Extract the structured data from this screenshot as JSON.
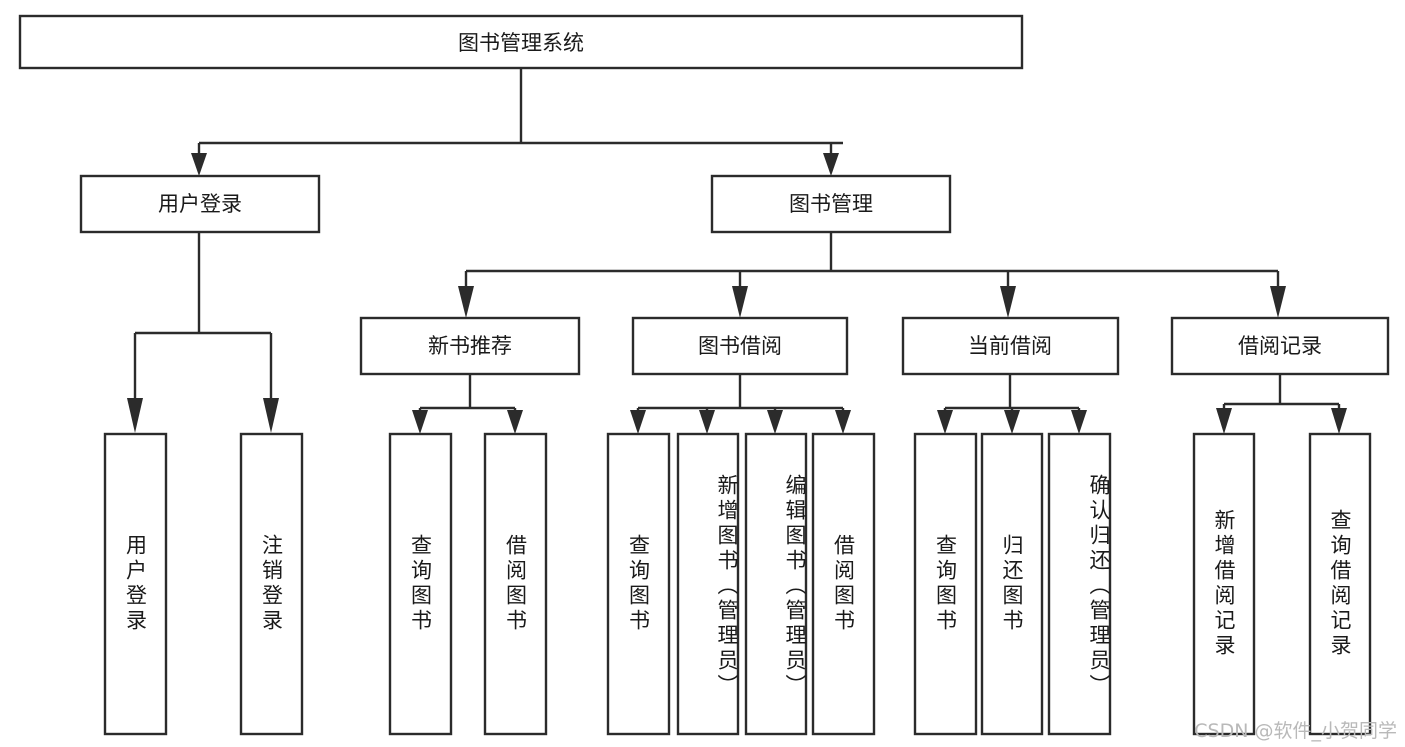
{
  "diagram": {
    "type": "hierarchy-tree",
    "title": "图书管理系统",
    "orientation": "top-down",
    "colors": {
      "stroke": "#2b2b2b",
      "box_fill": "#ffffff",
      "text": "#1a1a1a",
      "background": "#ffffff",
      "watermark": "#b9b9b9"
    },
    "root": {
      "label": "图书管理系统"
    },
    "level2": [
      {
        "label": "用户登录"
      },
      {
        "label": "图书管理"
      }
    ],
    "level3": [
      {
        "label": "新书推荐"
      },
      {
        "label": "图书借阅"
      },
      {
        "label": "当前借阅"
      },
      {
        "label": "借阅记录"
      }
    ],
    "leaves": {
      "user_login": [
        {
          "label": "用户登录"
        },
        {
          "label": "注销登录"
        }
      ],
      "new_book_recommend": [
        {
          "label": "查询图书"
        },
        {
          "label": "借阅图书"
        }
      ],
      "book_borrow": [
        {
          "label": "查询图书"
        },
        {
          "label": "新增图书（管理员）"
        },
        {
          "label": "编辑图书（管理员）"
        },
        {
          "label": "借阅图书"
        }
      ],
      "current_borrow": [
        {
          "label": "查询图书"
        },
        {
          "label": "归还图书"
        },
        {
          "label": "确认归还（管理员）"
        }
      ],
      "borrow_records": [
        {
          "label": "新增借阅记录"
        },
        {
          "label": "查询借阅记录"
        }
      ]
    },
    "edges": [
      {
        "from": "图书管理系统",
        "to": "用户登录"
      },
      {
        "from": "图书管理系统",
        "to": "图书管理"
      },
      {
        "from": "用户登录",
        "to": "用户登录"
      },
      {
        "from": "用户登录",
        "to": "注销登录"
      },
      {
        "from": "图书管理",
        "to": "新书推荐"
      },
      {
        "from": "图书管理",
        "to": "图书借阅"
      },
      {
        "from": "图书管理",
        "to": "当前借阅"
      },
      {
        "from": "图书管理",
        "to": "借阅记录"
      },
      {
        "from": "新书推荐",
        "to": "查询图书"
      },
      {
        "from": "新书推荐",
        "to": "借阅图书"
      },
      {
        "from": "图书借阅",
        "to": "查询图书"
      },
      {
        "from": "图书借阅",
        "to": "新增图书（管理员）"
      },
      {
        "from": "图书借阅",
        "to": "编辑图书（管理员）"
      },
      {
        "from": "图书借阅",
        "to": "借阅图书"
      },
      {
        "from": "当前借阅",
        "to": "查询图书"
      },
      {
        "from": "当前借阅",
        "to": "归还图书"
      },
      {
        "from": "当前借阅",
        "to": "确认归还（管理员）"
      },
      {
        "from": "借阅记录",
        "to": "新增借阅记录"
      },
      {
        "from": "借阅记录",
        "to": "查询借阅记录"
      }
    ]
  },
  "watermark": {
    "text": "CSDN @软件_小贺同学"
  }
}
